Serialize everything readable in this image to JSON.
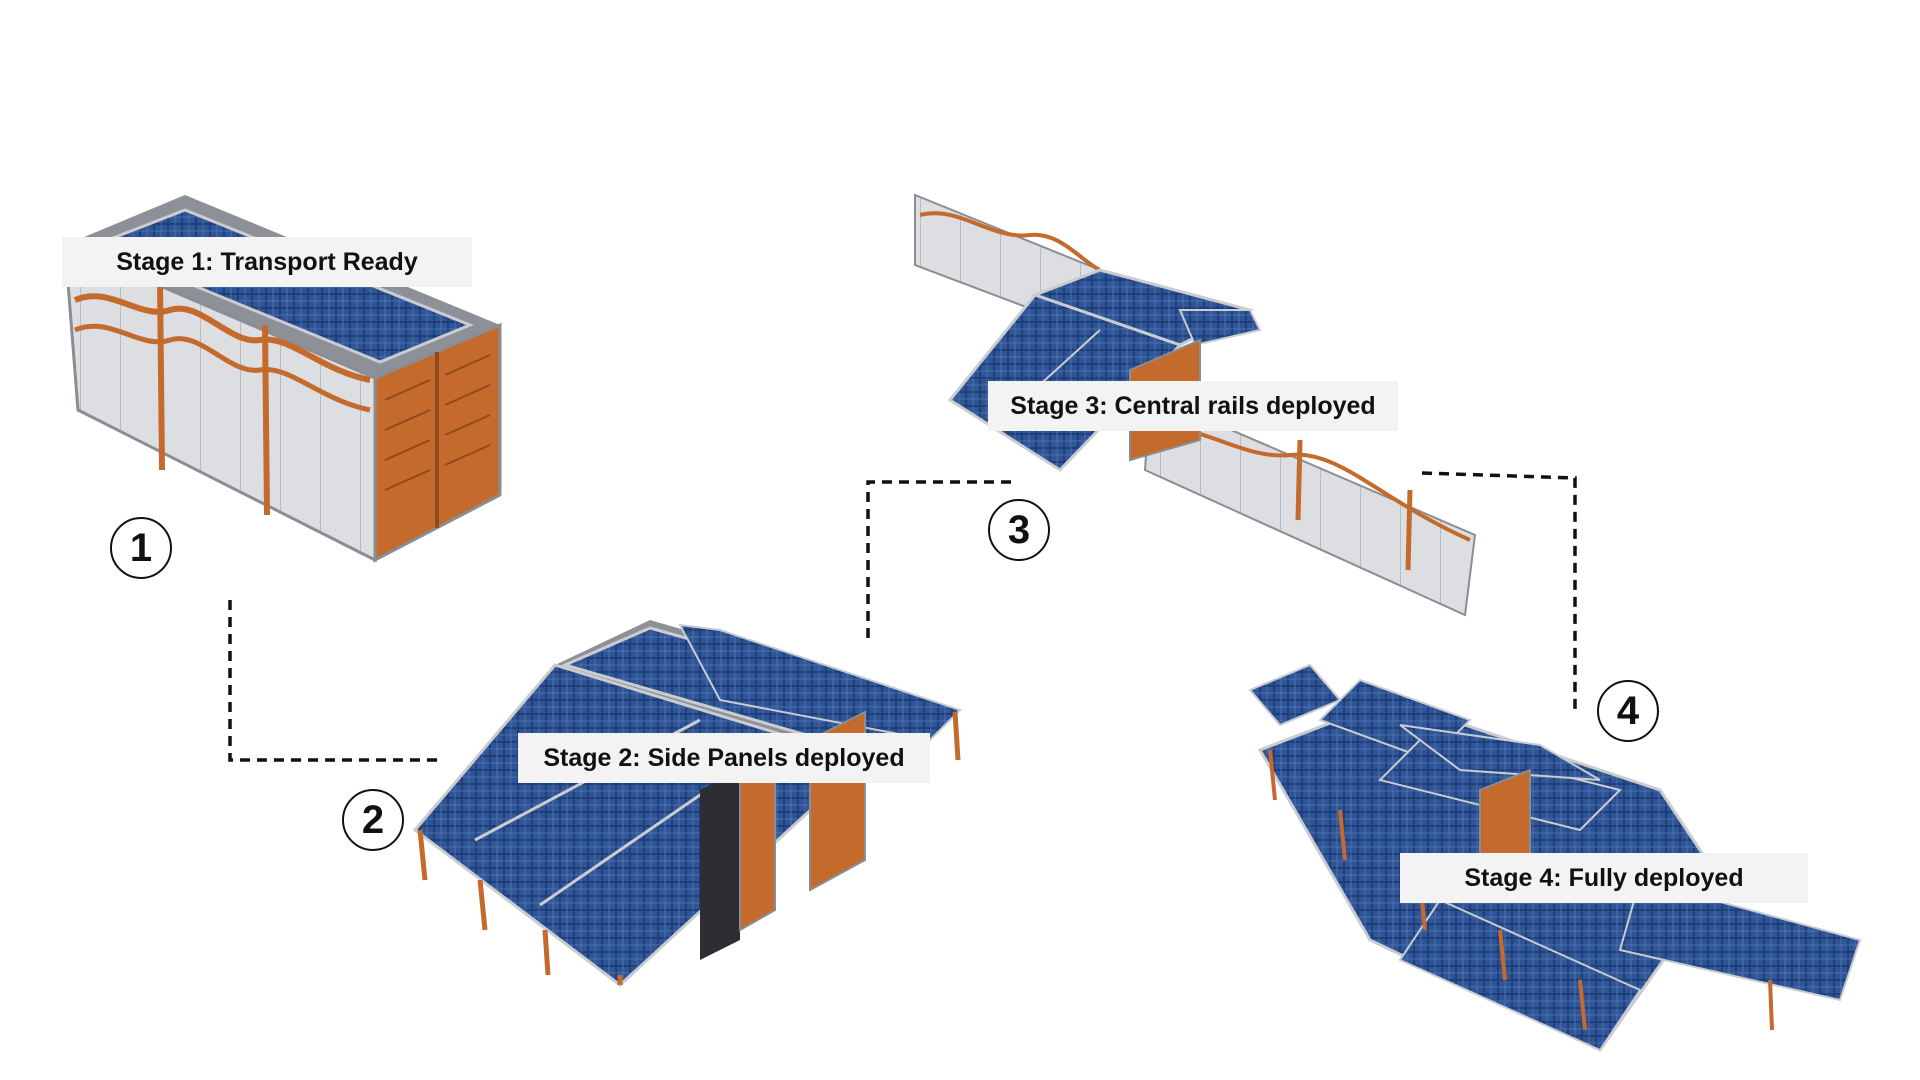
{
  "stages": [
    {
      "number": "1",
      "label": "Stage 1: Transport Ready"
    },
    {
      "number": "2",
      "label": "Stage 2: Side Panels deployed"
    },
    {
      "number": "3",
      "label": "Stage 3: Central rails deployed"
    },
    {
      "number": "4",
      "label": "Stage 4: Fully deployed"
    }
  ],
  "colors": {
    "panel": "#1f3f7a",
    "panel_cell": "#3a64a8",
    "frame": "#9a9da3",
    "container_wall": "#d9dbde",
    "rust_trim": "#c46a2c",
    "connector_line": "#111111"
  }
}
